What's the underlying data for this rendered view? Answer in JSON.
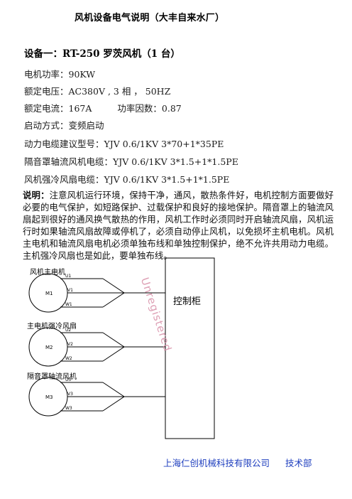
{
  "title": "风机设备电气说明（大丰自来水厂）",
  "equipment_heading": "设备一：RT-250 罗茨风机（1 台）",
  "specs": {
    "power": "电机功率：90KW",
    "voltage": "额定电压：AC380V , 3 相 ， 50HZ",
    "current": "额定电流：167A",
    "power_factor": "功率因数：0.87",
    "start_mode": "启动方式：变频启动",
    "power_cable": "动力电缆建议型号：YJV 0.6/1KV 3*70+1*35PE",
    "axial_fan_cable": "隔音罩轴流风机电缆：YJV 0.6/1KV 3*1.5+1*1.5PE",
    "cooling_fan_cable": "风机强冷风扇电缆：YJV 0.6/1KV 3*1.5+1*1.5PE"
  },
  "note": {
    "lead": "说明：",
    "text": "注意风机运行环境，保持干净，通风，散热条件好，电机控制方面要做好必要的电气保护，如短路保护、过载保护和良好的接地保护。隔音罩上的轴流风扇起到很好的通风换气散热的作用，风机工作时必须同时开启轴流风扇，风机运行时如果轴流风扇故障或停机了，必须自动停止风机，以免损坏主机电机。风机主电机和轴流风扇电机必须单独布线和单独控制保护，绝不允许共用动力电缆。主机强冷风扇也是如此，要单独布线。"
  },
  "diagram": {
    "motors": [
      {
        "label": "风机主电机",
        "id": "M1",
        "terminals": [
          "U1",
          "V1",
          "W1"
        ]
      },
      {
        "label": "主电机强冷风扇",
        "id": "M2",
        "terminals": [
          "U2",
          "V2",
          "W2"
        ]
      },
      {
        "label": "隔音罩轴流风机",
        "id": "M3",
        "terminals": [
          "U3",
          "V3",
          "W3"
        ]
      }
    ],
    "cabinet": "控制柜"
  },
  "watermark": "Unregistered",
  "footer": {
    "company": "上海仁创机械科技有限公司",
    "department": "技术部"
  },
  "colors": {
    "footer_text": "#1f3fbf",
    "watermark": "#d88fa8"
  }
}
